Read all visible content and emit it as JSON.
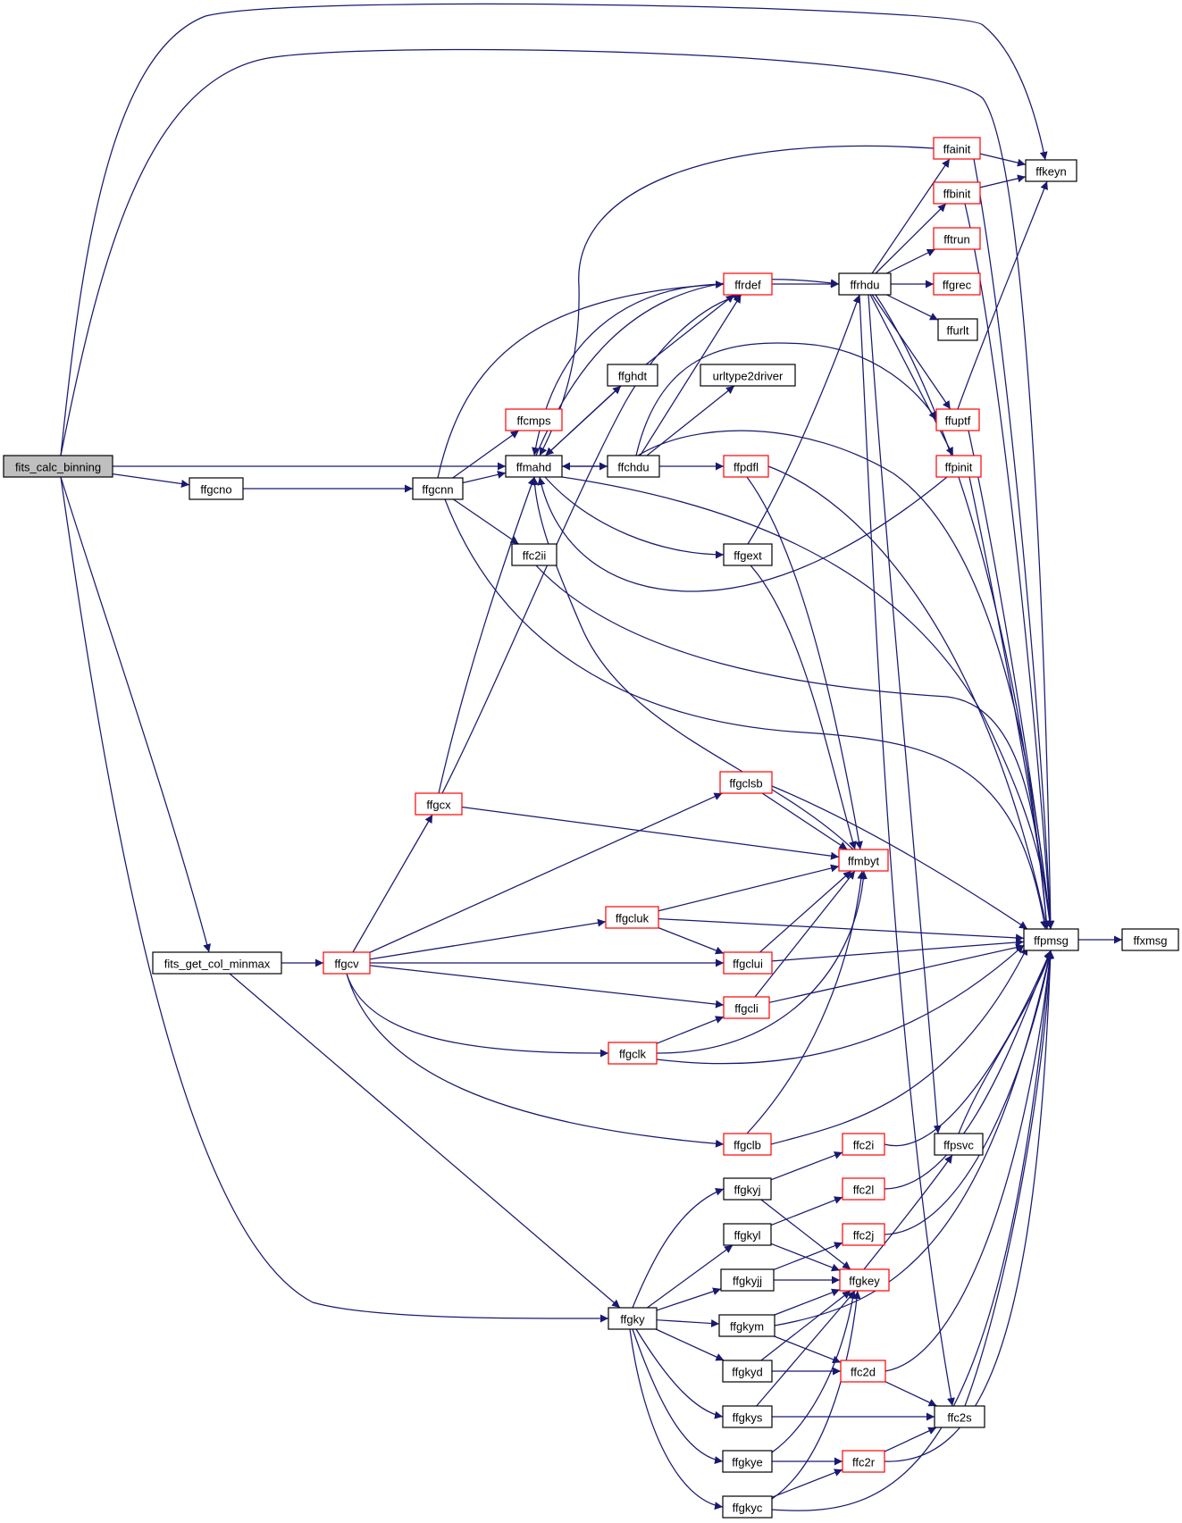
{
  "nodes": {
    "fits_calc_binning": {
      "label": "fits_calc_binning",
      "style": "root"
    },
    "ffgcno": {
      "label": "ffgcno",
      "style": "black"
    },
    "ffgcnn": {
      "label": "ffgcnn",
      "style": "black"
    },
    "ffmahd": {
      "label": "ffmahd",
      "style": "black"
    },
    "ffcmps": {
      "label": "ffcmps",
      "style": "red"
    },
    "ffc2ii": {
      "label": "ffc2ii",
      "style": "black"
    },
    "ffghdt": {
      "label": "ffghdt",
      "style": "black"
    },
    "ffchdu": {
      "label": "ffchdu",
      "style": "black"
    },
    "urltype2driver": {
      "label": "urltype2driver",
      "style": "black"
    },
    "ffrdef": {
      "label": "ffrdef",
      "style": "red"
    },
    "ffrhdu": {
      "label": "ffrhdu",
      "style": "black"
    },
    "ffpdfl": {
      "label": "ffpdfl",
      "style": "red"
    },
    "ffgext": {
      "label": "ffgext",
      "style": "black"
    },
    "ffainit": {
      "label": "ffainit",
      "style": "red"
    },
    "ffbinit": {
      "label": "ffbinit",
      "style": "red"
    },
    "fftrun": {
      "label": "fftrun",
      "style": "red"
    },
    "ffgrec": {
      "label": "ffgrec",
      "style": "red"
    },
    "ffurlt": {
      "label": "ffurlt",
      "style": "black"
    },
    "ffuptf": {
      "label": "ffuptf",
      "style": "red"
    },
    "ffpinit": {
      "label": "ffpinit",
      "style": "red"
    },
    "ffkeyn": {
      "label": "ffkeyn",
      "style": "black"
    },
    "ffpmsg": {
      "label": "ffpmsg",
      "style": "black"
    },
    "ffxmsg": {
      "label": "ffxmsg",
      "style": "black"
    },
    "fits_get_col_minmax": {
      "label": "fits_get_col_minmax",
      "style": "black"
    },
    "ffgcv": {
      "label": "ffgcv",
      "style": "red"
    },
    "ffgcx": {
      "label": "ffgcx",
      "style": "red"
    },
    "ffgclsb": {
      "label": "ffgclsb",
      "style": "red"
    },
    "ffmbyt": {
      "label": "ffmbyt",
      "style": "red"
    },
    "ffgcluk": {
      "label": "ffgcluk",
      "style": "red"
    },
    "ffgclui": {
      "label": "ffgclui",
      "style": "red"
    },
    "ffgcli": {
      "label": "ffgcli",
      "style": "red"
    },
    "ffgclk": {
      "label": "ffgclk",
      "style": "red"
    },
    "ffgclb": {
      "label": "ffgclb",
      "style": "red"
    },
    "ffpsvc": {
      "label": "ffpsvc",
      "style": "black"
    },
    "ffgky": {
      "label": "ffgky",
      "style": "black"
    },
    "ffgkyj": {
      "label": "ffgkyj",
      "style": "black"
    },
    "ffgkyl": {
      "label": "ffgkyl",
      "style": "black"
    },
    "ffgkyjj": {
      "label": "ffgkyjj",
      "style": "black"
    },
    "ffgkym": {
      "label": "ffgkym",
      "style": "black"
    },
    "ffgkyd": {
      "label": "ffgkyd",
      "style": "black"
    },
    "ffgkys": {
      "label": "ffgkys",
      "style": "black"
    },
    "ffgkye": {
      "label": "ffgkye",
      "style": "black"
    },
    "ffgkyc": {
      "label": "ffgkyc",
      "style": "black"
    },
    "ffc2i": {
      "label": "ffc2i",
      "style": "red"
    },
    "ffc2l": {
      "label": "ffc2l",
      "style": "red"
    },
    "ffc2j": {
      "label": "ffc2j",
      "style": "red"
    },
    "ffgkey": {
      "label": "ffgkey",
      "style": "red"
    },
    "ffc2d": {
      "label": "ffc2d",
      "style": "red"
    },
    "ffc2s": {
      "label": "ffc2s",
      "style": "black"
    },
    "ffc2r": {
      "label": "ffc2r",
      "style": "red"
    }
  },
  "edges": [
    [
      "fits_calc_binning",
      "ffkeyn"
    ],
    [
      "fits_calc_binning",
      "ffpmsg"
    ],
    [
      "fits_calc_binning",
      "ffmahd"
    ],
    [
      "fits_calc_binning",
      "ffgcno"
    ],
    [
      "fits_calc_binning",
      "fits_get_col_minmax"
    ],
    [
      "fits_calc_binning",
      "ffgky"
    ],
    [
      "ffgcno",
      "ffgcnn"
    ],
    [
      "ffgcnn",
      "ffcmps"
    ],
    [
      "ffgcnn",
      "ffmahd"
    ],
    [
      "ffgcnn",
      "ffc2ii"
    ],
    [
      "ffgcnn",
      "ffpmsg"
    ],
    [
      "ffgcnn",
      "ffrdef"
    ],
    [
      "ffmahd",
      "ffghdt"
    ],
    [
      "ffmahd",
      "ffchdu"
    ],
    [
      "ffmahd",
      "ffrhdu"
    ],
    [
      "ffmahd",
      "ffgext"
    ],
    [
      "ffmahd",
      "ffpmsg"
    ],
    [
      "ffghdt",
      "ffmahd"
    ],
    [
      "ffghdt",
      "ffrdef"
    ],
    [
      "ffchdu",
      "ffmahd"
    ],
    [
      "ffchdu",
      "urltype2driver"
    ],
    [
      "ffchdu",
      "ffrdef"
    ],
    [
      "ffchdu",
      "ffpdfl"
    ],
    [
      "ffchdu",
      "ffuptf"
    ],
    [
      "ffchdu",
      "ffpmsg"
    ],
    [
      "ffrdef",
      "ffmahd"
    ],
    [
      "ffrdef",
      "ffrhdu"
    ],
    [
      "ffrhdu",
      "ffainit"
    ],
    [
      "ffrhdu",
      "ffbinit"
    ],
    [
      "ffrhdu",
      "fftrun"
    ],
    [
      "ffrhdu",
      "ffgrec"
    ],
    [
      "ffrhdu",
      "ffurlt"
    ],
    [
      "ffrhdu",
      "ffuptf"
    ],
    [
      "ffrhdu",
      "ffpinit"
    ],
    [
      "ffrhdu",
      "ffpmsg"
    ],
    [
      "ffrhdu",
      "ffpsvc"
    ],
    [
      "ffrhdu",
      "ffc2s"
    ],
    [
      "ffainit",
      "ffkeyn"
    ],
    [
      "ffainit",
      "ffpmsg"
    ],
    [
      "ffainit",
      "ffmahd"
    ],
    [
      "ffbinit",
      "ffkeyn"
    ],
    [
      "ffbinit",
      "ffpmsg"
    ],
    [
      "ffuptf",
      "ffkeyn"
    ],
    [
      "ffuptf",
      "ffpmsg"
    ],
    [
      "ffpinit",
      "ffmahd"
    ],
    [
      "ffpinit",
      "ffpmsg"
    ],
    [
      "ffpdfl",
      "ffmbyt"
    ],
    [
      "ffpdfl",
      "ffpmsg"
    ],
    [
      "ffgext",
      "ffrhdu"
    ],
    [
      "ffgext",
      "ffmbyt"
    ],
    [
      "ffc2ii",
      "ffpmsg"
    ],
    [
      "ffpmsg",
      "ffxmsg"
    ],
    [
      "fits_get_col_minmax",
      "ffgcv"
    ],
    [
      "fits_get_col_minmax",
      "ffgky"
    ],
    [
      "ffgcv",
      "ffgcx"
    ],
    [
      "ffgcv",
      "ffgclsb"
    ],
    [
      "ffgcv",
      "ffgcluk"
    ],
    [
      "ffgcv",
      "ffgclui"
    ],
    [
      "ffgcv",
      "ffgcli"
    ],
    [
      "ffgcv",
      "ffgclk"
    ],
    [
      "ffgcv",
      "ffgclb"
    ],
    [
      "ffgcx",
      "ffmahd"
    ],
    [
      "ffgcx",
      "ffrdef"
    ],
    [
      "ffgcx",
      "ffmbyt"
    ],
    [
      "ffgclsb",
      "ffmbyt"
    ],
    [
      "ffgclsb",
      "ffpmsg"
    ],
    [
      "ffgcluk",
      "ffmbyt"
    ],
    [
      "ffgcluk",
      "ffpmsg"
    ],
    [
      "ffgcluk",
      "ffgclui"
    ],
    [
      "ffgclui",
      "ffmbyt"
    ],
    [
      "ffgclui",
      "ffpmsg"
    ],
    [
      "ffgcli",
      "ffmbyt"
    ],
    [
      "ffgcli",
      "ffpmsg"
    ],
    [
      "ffgclk",
      "ffgcli"
    ],
    [
      "ffgclk",
      "ffmbyt"
    ],
    [
      "ffgclk",
      "ffpmsg"
    ],
    [
      "ffgclb",
      "ffmbyt"
    ],
    [
      "ffgclb",
      "ffpmsg"
    ],
    [
      "ffmbyt",
      "ffmahd"
    ],
    [
      "ffpsvc",
      "ffpmsg"
    ],
    [
      "ffgky",
      "ffgkyj"
    ],
    [
      "ffgky",
      "ffgkyl"
    ],
    [
      "ffgky",
      "ffgkyjj"
    ],
    [
      "ffgky",
      "ffgkym"
    ],
    [
      "ffgky",
      "ffgkyd"
    ],
    [
      "ffgky",
      "ffgkys"
    ],
    [
      "ffgky",
      "ffgkye"
    ],
    [
      "ffgky",
      "ffgkyc"
    ],
    [
      "ffgkyj",
      "ffc2i"
    ],
    [
      "ffgkyj",
      "ffgkey"
    ],
    [
      "ffgkyl",
      "ffc2l"
    ],
    [
      "ffgkyl",
      "ffgkey"
    ],
    [
      "ffgkyjj",
      "ffc2j"
    ],
    [
      "ffgkyjj",
      "ffgkey"
    ],
    [
      "ffgkym",
      "ffgkey"
    ],
    [
      "ffgkym",
      "ffc2d"
    ],
    [
      "ffgkym",
      "ffpmsg"
    ],
    [
      "ffgkyd",
      "ffc2d"
    ],
    [
      "ffgkyd",
      "ffgkey"
    ],
    [
      "ffgkys",
      "ffc2s"
    ],
    [
      "ffgkys",
      "ffgkey"
    ],
    [
      "ffgkye",
      "ffc2r"
    ],
    [
      "ffgkye",
      "ffgkey"
    ],
    [
      "ffgkyc",
      "ffc2r"
    ],
    [
      "ffgkyc",
      "ffgkey"
    ],
    [
      "ffgkyc",
      "ffpmsg"
    ],
    [
      "ffc2i",
      "ffpmsg"
    ],
    [
      "ffc2l",
      "ffpmsg"
    ],
    [
      "ffc2j",
      "ffpmsg"
    ],
    [
      "ffgkey",
      "ffpsvc"
    ],
    [
      "ffc2d",
      "ffc2s"
    ],
    [
      "ffc2d",
      "ffpmsg"
    ],
    [
      "ffc2s",
      "ffpmsg"
    ],
    [
      "ffc2r",
      "ffc2s"
    ],
    [
      "ffc2r",
      "ffpmsg"
    ]
  ]
}
